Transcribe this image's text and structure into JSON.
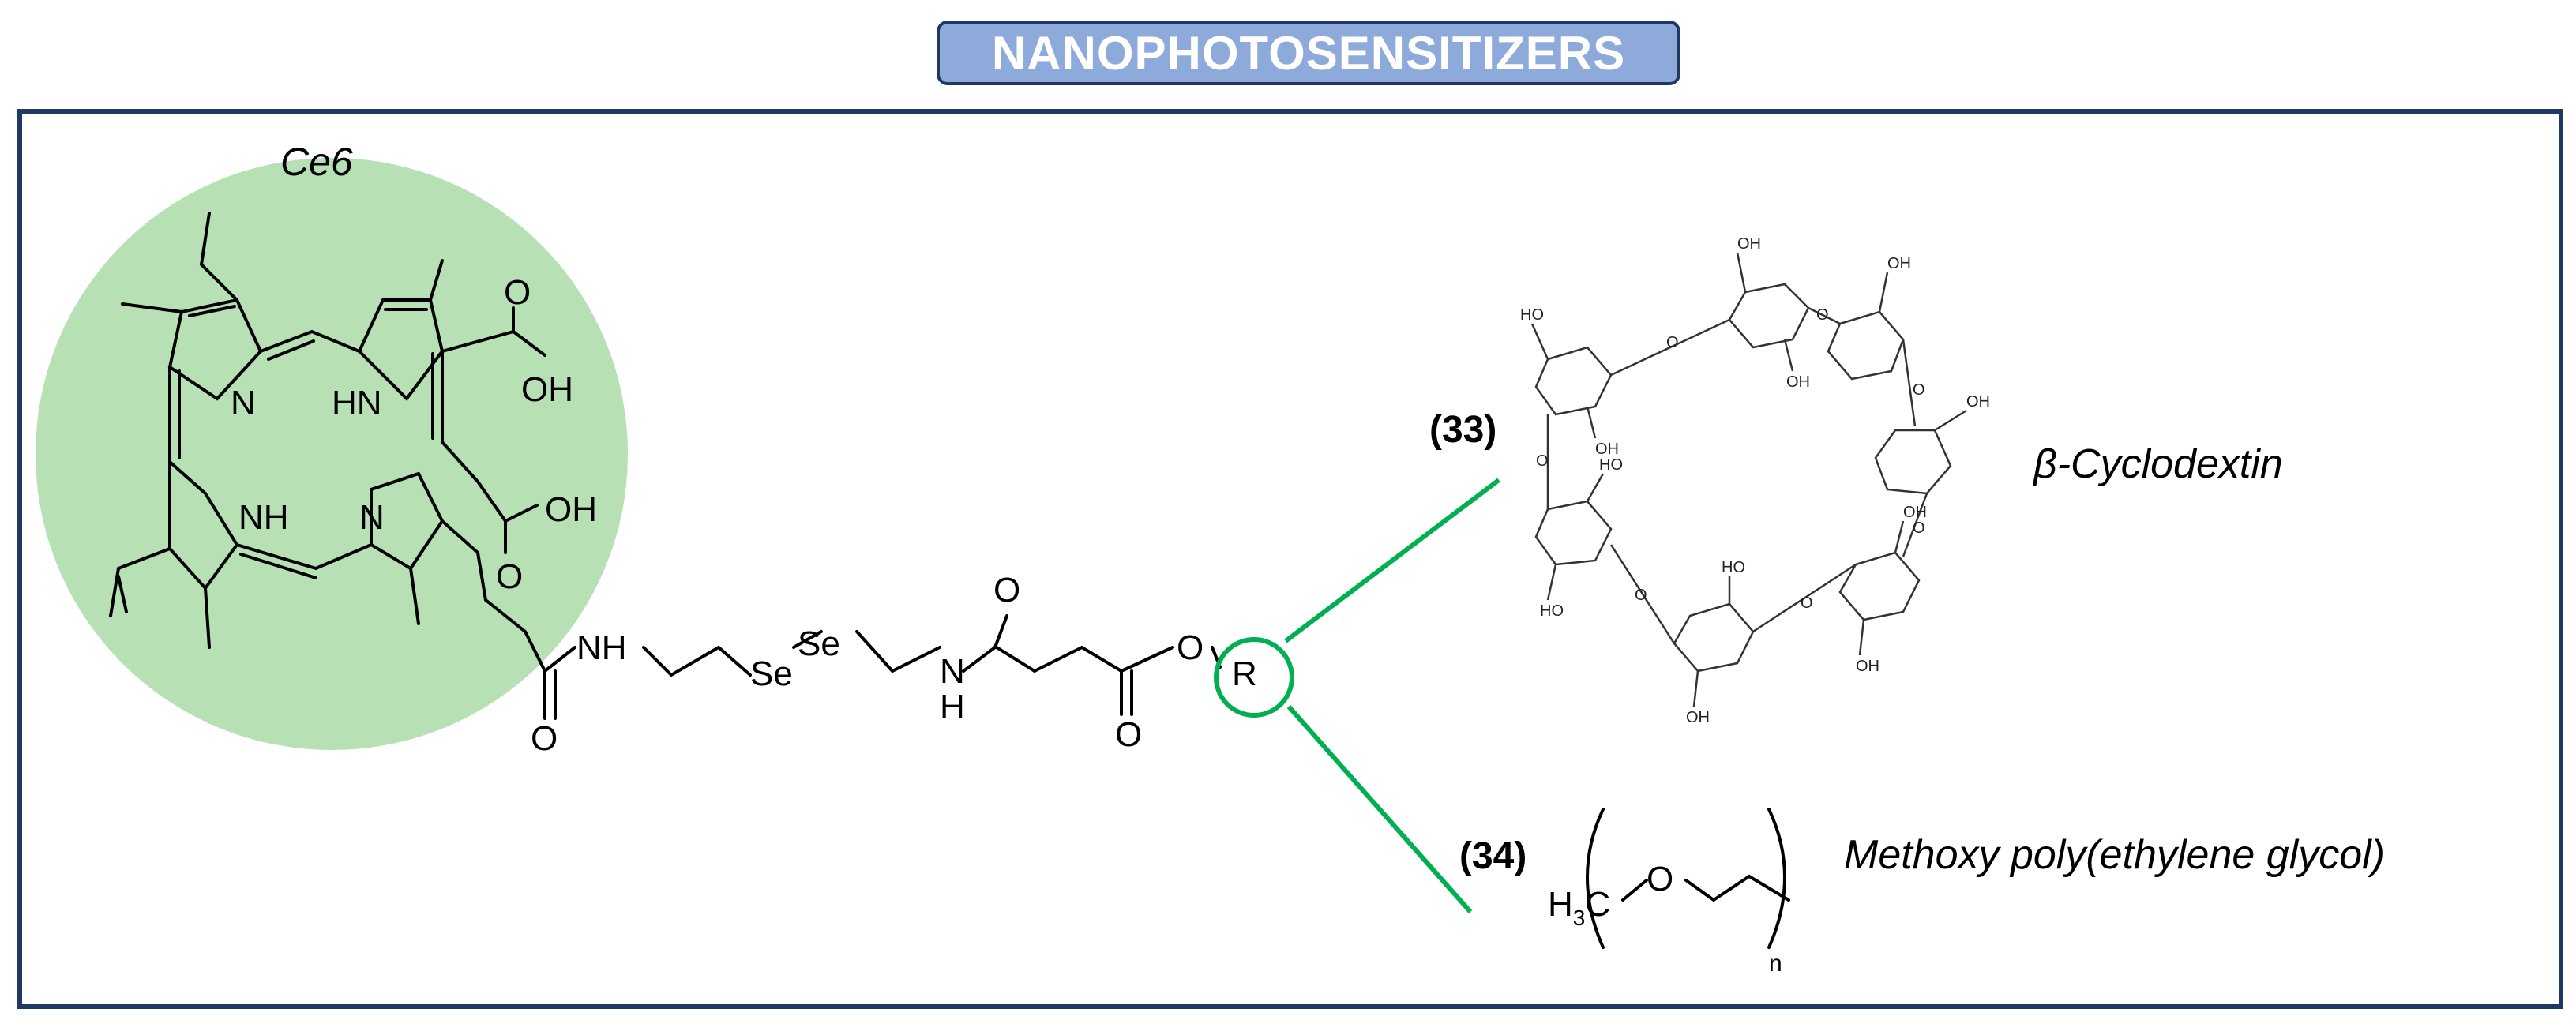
{
  "title": "NANOPHOTOSENSITIZERS",
  "ce6": {
    "label": "Ce6",
    "atoms": {
      "n_left": "N",
      "hn_top": "HN",
      "nh_bottom": "NH",
      "n_bottom": "N",
      "oh_acid1": "OH",
      "o_acid1": "O",
      "oh_acid2": "OH",
      "o_acid2": "O"
    }
  },
  "linker": {
    "nh1": "NH",
    "se1": "Se",
    "se2": "Se",
    "nh2_n": "N",
    "nh2_h": "H",
    "o_amide1": "O",
    "o_keto": "O",
    "o_ester_bottom": "O",
    "o_ester": "O",
    "r_group": "R"
  },
  "compound33": {
    "number": "(33)",
    "name": "β-Cyclodextin",
    "oh_label": "OH",
    "ho_label": "HO",
    "o_label": "O"
  },
  "compound34": {
    "number": "(34)",
    "name": "Methoxy poly(ethylene glycol)",
    "h3c": "H",
    "h3c_sub": "3",
    "c": "C",
    "o": "O",
    "n": "n"
  },
  "colors": {
    "title_fill": "#8eaadb",
    "border": "#1f3864",
    "ce6_circle": "#b7e0b4",
    "connector": "#00b050",
    "bond": "#000000"
  }
}
